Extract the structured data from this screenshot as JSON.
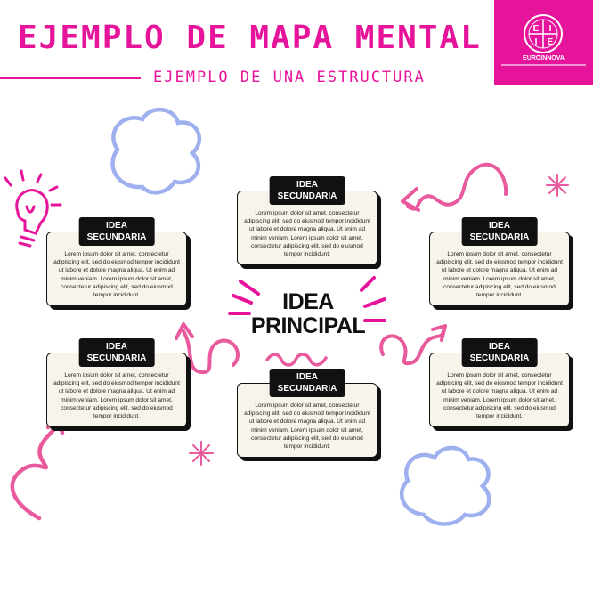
{
  "header": {
    "title": "EJEMPLO DE MAPA MENTAL",
    "subtitle": "EJEMPLO DE UNA ESTRUCTURA"
  },
  "brand": {
    "name": "EUROINNOVA",
    "color": "#e6149b"
  },
  "central": {
    "line1": "IDEA",
    "line2": "PRINCIPAL"
  },
  "cards": [
    {
      "label": "IDEA\nSECUNDARIA",
      "text": "Lorem ipsum dolor sit amet, consectetur adipiscing elit, sed do eiusmod tempor incididunt ut labore et dolore magna aliqua. Ut enim ad minim veniam. Lorem ipsum dolor sit amet, consectetur adipiscing elit, sed do eiusmod tempor incididunt."
    },
    {
      "label": "IDEA\nSECUNDARIA",
      "text": "Lorem ipsum dolor sit amet, consectetur adipiscing elit, sed do eiusmod tempor incididunt ut labore et dolore magna aliqua. Ut enim ad minim veniam. Lorem ipsum dolor sit amet, consectetur adipiscing elit, sed do eiusmod tempor incididunt."
    },
    {
      "label": "IDEA\nSECUNDARIA",
      "text": "Lorem ipsum dolor sit amet, consectetur adipiscing elit, sed do eiusmod tempor incididunt ut labore et dolore magna aliqua. Ut enim ad minim veniam. Lorem ipsum dolor sit amet, consectetur adipiscing elit, sed do eiusmod tempor incididunt."
    },
    {
      "label": "IDEA\nSECUNDARIA",
      "text": "Lorem ipsum dolor sit amet, consectetur adipiscing elit, sed do eiusmod tempor incididunt ut labore et dolore magna aliqua. Ut enim ad minim veniam. Lorem ipsum dolor sit amet, consectetur adipiscing elit, sed do eiusmod tempor incididunt."
    },
    {
      "label": "IDEA\nSECUNDARIA",
      "text": "Lorem ipsum dolor sit amet, consectetur adipiscing elit, sed do eiusmod tempor incididunt ut labore et dolore magna aliqua. Ut enim ad minim veniam. Lorem ipsum dolor sit amet, consectetur adipiscing elit, sed do eiusmod tempor incididunt."
    },
    {
      "label": "IDEA\nSECUNDARIA",
      "text": "Lorem ipsum dolor sit amet, consectetur adipiscing elit, sed do eiusmod tempor incididunt ut labore et dolore magna aliqua. Ut enim ad minim veniam. Lorem ipsum dolor sit amet, consectetur adipiscing elit, sed do eiusmod tempor incididunt."
    }
  ],
  "decorations": {
    "icons": [
      "lightbulb-icon",
      "cloud-icon",
      "squiggle-arrow-icon",
      "sparkle-icon"
    ],
    "colors": {
      "pink": "#e85a9b",
      "magenta": "#e6149b",
      "blue": "#9fb0ef"
    }
  }
}
